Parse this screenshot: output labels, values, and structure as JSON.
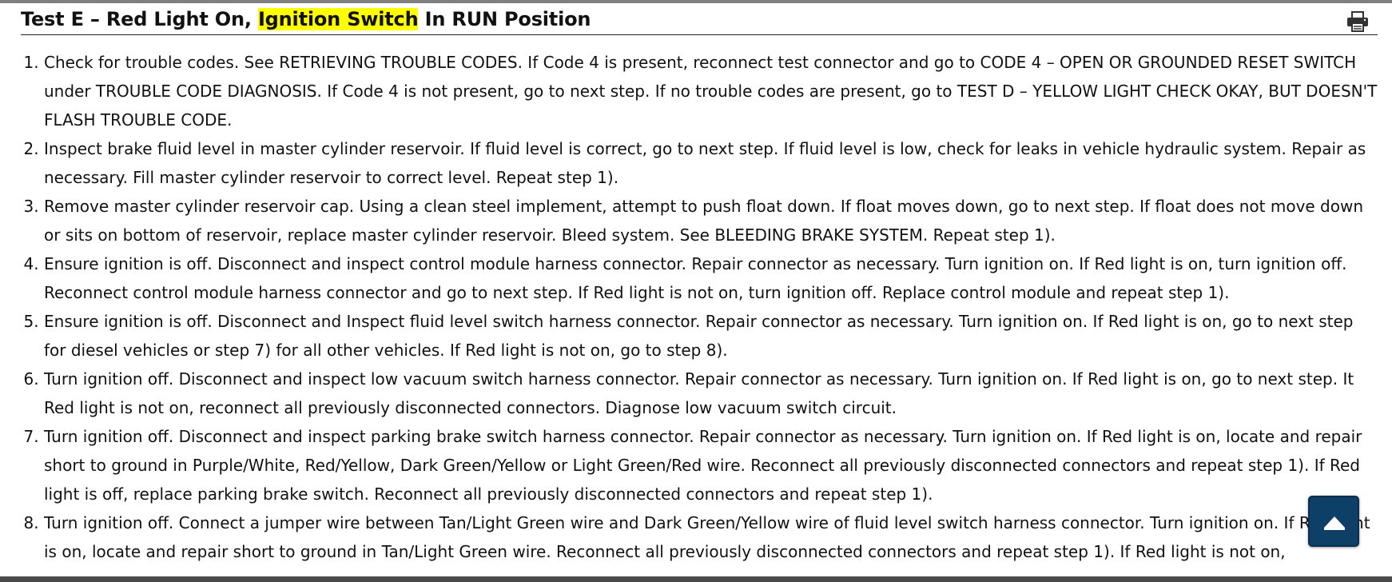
{
  "header": {
    "title_before": "Test E – Red Light On, ",
    "title_highlight": "Ignition Switch",
    "title_after": " In RUN Position",
    "highlight_color": "#ffff00"
  },
  "toolbar": {
    "print_icon": "printer-icon"
  },
  "steps": [
    "Check for trouble codes. See RETRIEVING TROUBLE CODES. If Code 4 is present, reconnect test connector and go to CODE 4 – OPEN OR GROUNDED RESET SWITCH under TROUBLE CODE DIAGNOSIS. If Code 4 is not present, go to next step. If no trouble codes are present, go to TEST D – YELLOW LIGHT CHECK OKAY, BUT DOESN'T FLASH TROUBLE CODE.",
    "Inspect brake fluid level in master cylinder reservoir. If fluid level is correct, go to next step. If fluid level is low, check for leaks in vehicle hydraulic system. Repair as necessary. Fill master cylinder reservoir to correct level. Repeat step 1).",
    "Remove master cylinder reservoir cap. Using a clean steel implement, attempt to push float down. If float moves down, go to next step. If float does not move down or sits on bottom of reservoir, replace master cylinder reservoir. Bleed system. See BLEEDING BRAKE SYSTEM. Repeat step 1).",
    "Ensure ignition is off. Disconnect and inspect control module harness connector. Repair connector as necessary. Turn ignition on. If Red light is on, turn ignition off. Reconnect control module harness connector and go to next step. If Red light is not on, turn ignition off. Replace control module and repeat step 1).",
    "Ensure ignition is off. Disconnect and Inspect fluid level switch harness connector. Repair connector as necessary. Turn ignition on. If Red light is on, go to next step for diesel vehicles or step 7) for all other vehicles. If Red light is not on, go to step 8).",
    "Turn ignition off. Disconnect and inspect low vacuum switch harness connector. Repair connector as necessary. Turn ignition on. If Red light is on, go to next step. It Red light is not on, reconnect all previously disconnected connectors. Diagnose low vacuum switch circuit.",
    "Turn ignition off. Disconnect and inspect parking brake switch harness connector. Repair connector as necessary. Turn ignition on. If Red light is on, locate and repair short to ground in Purple/White, Red/Yellow, Dark Green/Yellow or Light Green/Red wire. Reconnect all previously disconnected connectors and repeat step 1). If Red light is off, replace parking brake switch. Reconnect all previously disconnected connectors and repeat step 1).",
    "Turn ignition off. Connect a jumper wire between Tan/Light Green wire and Dark Green/Yellow wire of fluid level switch harness connector. Turn ignition on. If Red light is on, locate and repair short to ground in Tan/Light Green wire. Reconnect all previously disconnected connectors and repeat step 1). If Red light is not on,"
  ],
  "back_to_top": {
    "icon": "arrow-up-icon",
    "color": "#0e3f67"
  }
}
